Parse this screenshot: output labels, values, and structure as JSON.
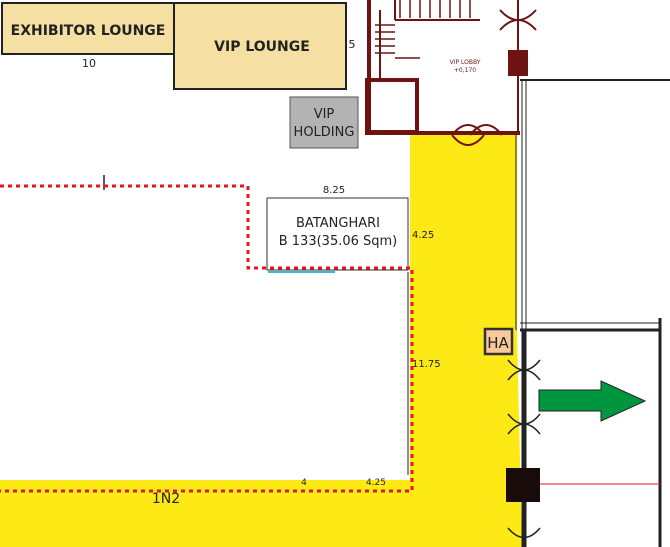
{
  "rooms": {
    "exhibitor_lounge": "EXHIBITOR LOUNGE",
    "vip_lounge": "VIP LOUNGE",
    "vip_holding_line1": "VIP",
    "vip_holding_line2": "HOLDING",
    "vip_lobby_line1": "VIP LOBBY",
    "vip_lobby_line2": "+0,170",
    "booth_name": "BATANGHARI",
    "booth_detail": "B 133(35.06 Sqm)",
    "ha": "HA",
    "zone": "1N2"
  },
  "dimensions": {
    "exhibitor_width": "10",
    "vip_side": "5",
    "booth_width": "8.25",
    "booth_depth": "4.25",
    "corridor_len": "11.75",
    "bottom_a": "4",
    "bottom_b": "4.25"
  },
  "colors": {
    "lounge": "#f5dfa3",
    "holding": "#b3b3b3",
    "corridor": "#fde916",
    "boundary": "#e8141c",
    "wall": "#6e1410",
    "arrow": "#009640",
    "ha": "#f9c99b"
  }
}
